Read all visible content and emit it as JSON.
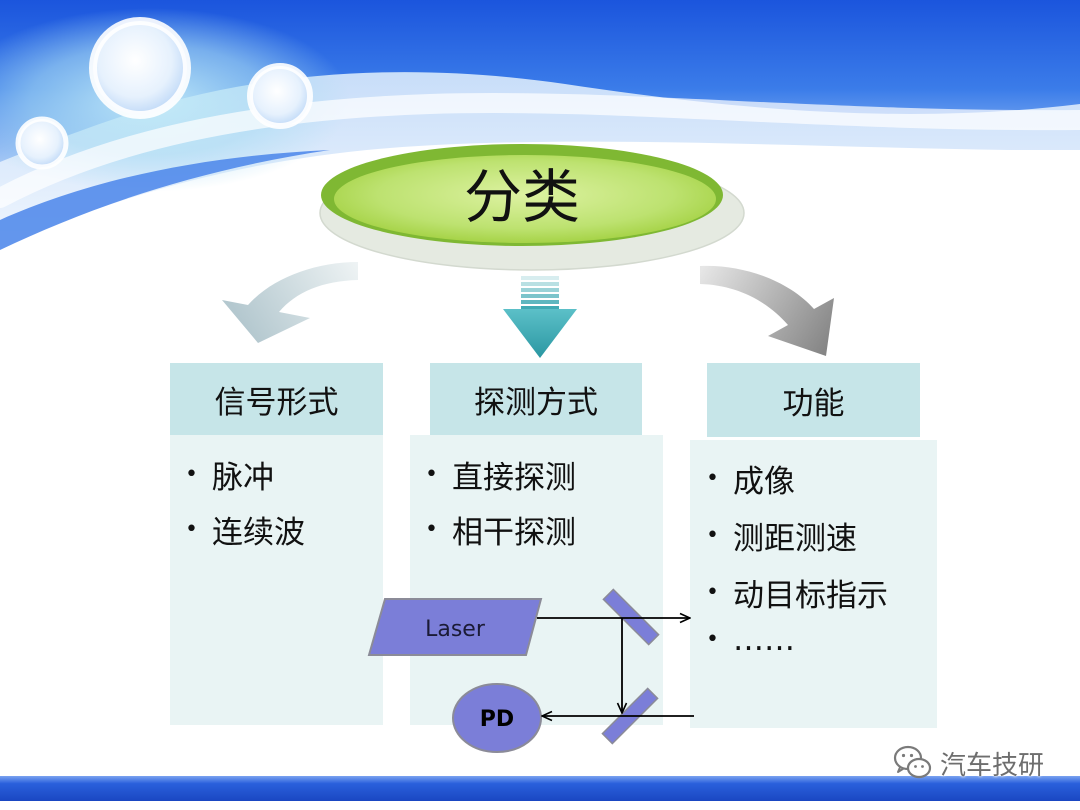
{
  "slide": {
    "title": "分类",
    "bullet": "•",
    "columns": [
      {
        "header": "信号形式",
        "items": [
          "脉冲",
          "连续波"
        ]
      },
      {
        "header": "探测方式",
        "items": [
          "直接探测",
          "相干探测"
        ]
      },
      {
        "header": "功能",
        "items": [
          "成像",
          "测距测速",
          "动目标指示",
          "……"
        ]
      }
    ],
    "diagram": {
      "source_label": "Laser",
      "detector_label": "PD"
    },
    "watermark": {
      "icon": "wechat-icon",
      "text": "汽车技研"
    }
  },
  "colors": {
    "header_fill": "#c6e5e8",
    "body_fill": "#e9f4f4",
    "title_green": "#a6d347",
    "title_rim": "#7fb833",
    "diagram_fill": "#7b7ed8",
    "center_arrow": "#36a5af",
    "brand_blue": "#1f5ce2"
  }
}
